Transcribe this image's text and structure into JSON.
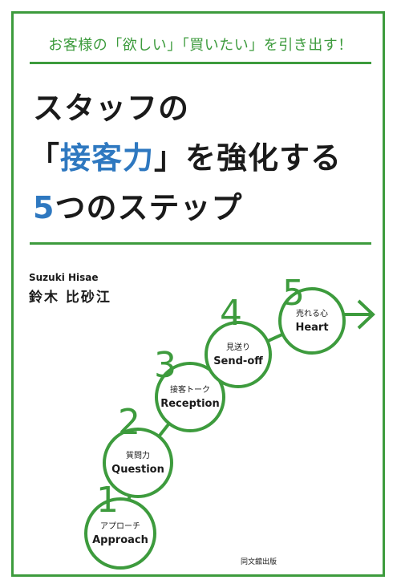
{
  "tagline": "お客様の「欲しい」「買いたい」を引き出す！",
  "title": {
    "line1": "スタッフの",
    "line2_bracket_open": "「",
    "line2_accent": "接客力",
    "line2_bracket_close": "」",
    "line2_rest": "を強化する",
    "line3_number": "5",
    "line3_rest": "つのステップ"
  },
  "author": {
    "romaji": "Suzuki Hisae",
    "name": "鈴木 比砂江"
  },
  "steps": [
    {
      "number": "1",
      "jp": "アプローチ",
      "en": "Approach"
    },
    {
      "number": "2",
      "jp": "質問力",
      "en": "Question"
    },
    {
      "number": "3",
      "jp": "接客トーク",
      "en": "Reception"
    },
    {
      "number": "4",
      "jp": "見送り",
      "en": "Send-off"
    },
    {
      "number": "5",
      "jp": "売れる心",
      "en": "Heart"
    }
  ],
  "publisher": "同文舘出版",
  "colors": {
    "green": "#3d9b3d",
    "blue": "#2e78c0",
    "text": "#1a1a1a"
  }
}
